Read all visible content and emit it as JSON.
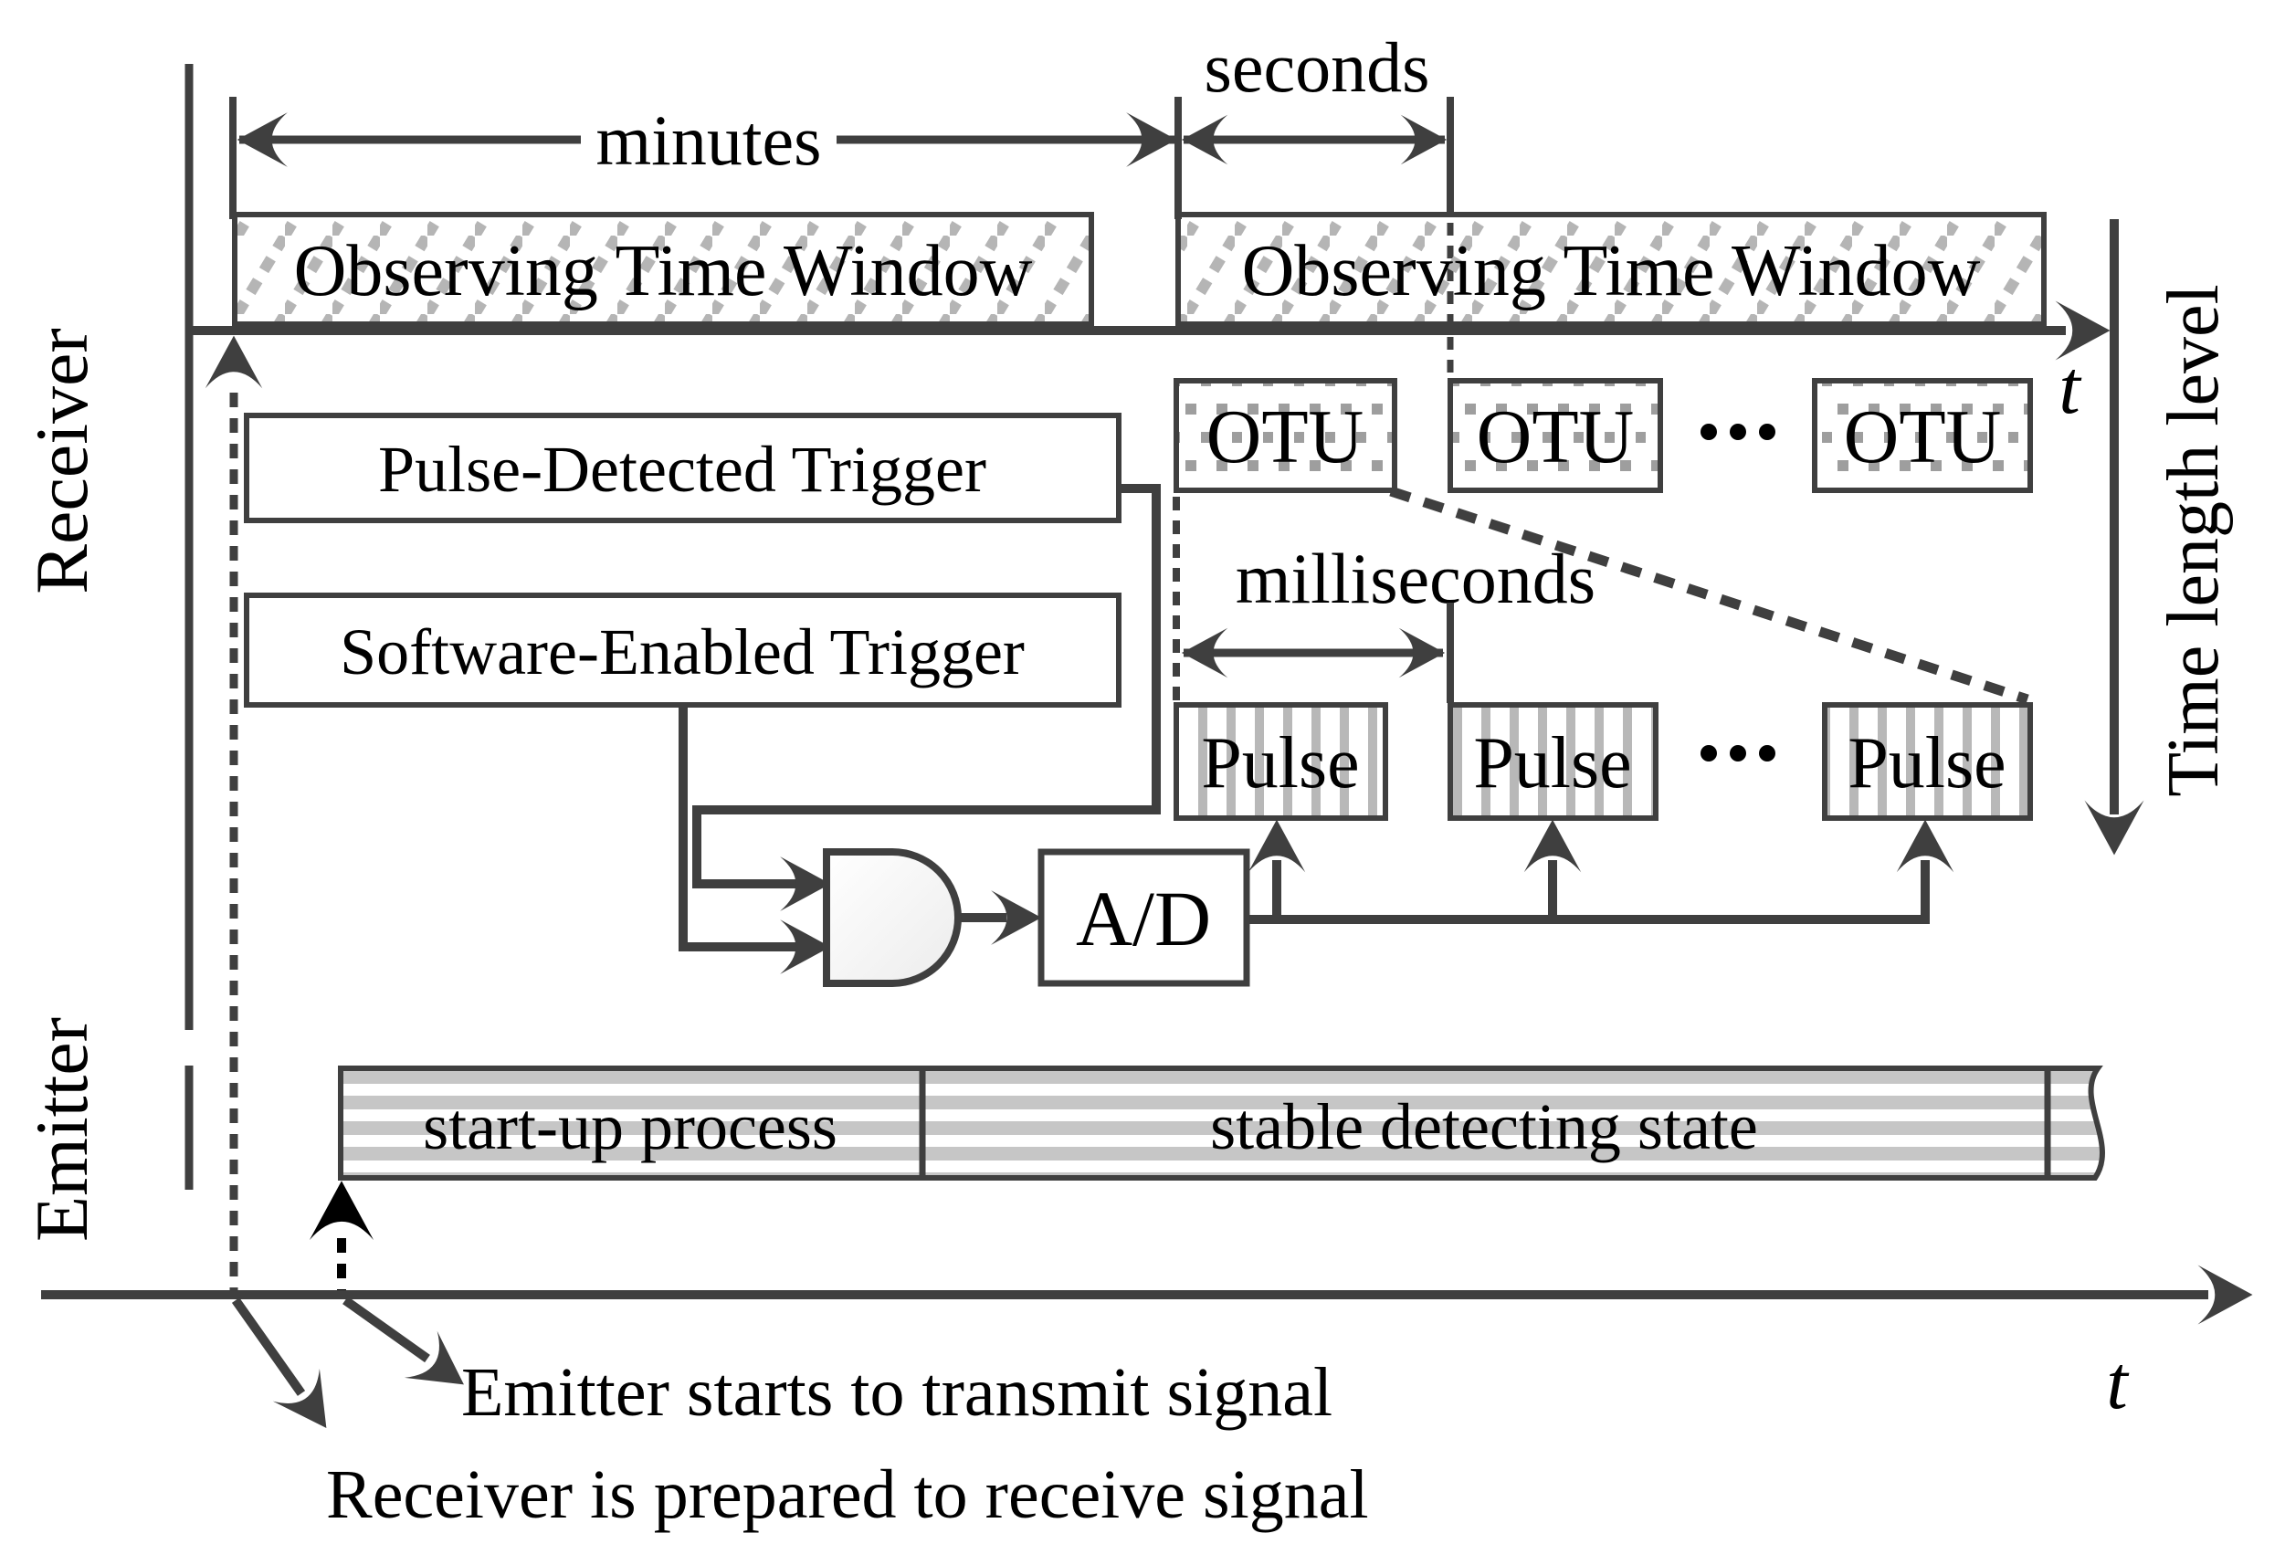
{
  "diagram": {
    "title_hint": "Timing diagram of observing time windows, OTUs and pulses for receiver and emitter",
    "lanes": {
      "receiver": "Receiver",
      "emitter": "Emitter"
    },
    "time_scales": {
      "minutes": "minutes",
      "seconds": "seconds",
      "milliseconds": "milliseconds"
    },
    "windows": {
      "label": "Observing Time Window",
      "count": 2
    },
    "otu": {
      "label": "OTU",
      "count": 3,
      "ellipsis": "···"
    },
    "pulse": {
      "label": "Pulse",
      "count": 3,
      "ellipsis": "···"
    },
    "triggers": {
      "pulse_detected": "Pulse-Detected Trigger",
      "software_enabled": "Software-Enabled Trigger"
    },
    "gate": {
      "type": "AND-gate"
    },
    "adc": {
      "label": "A/D"
    },
    "axes": {
      "receiver_time_label": "t",
      "emitter_time_label": "t",
      "time_length_axis": "Time length level"
    },
    "emitter_bar": {
      "startup": "start-up process",
      "stable": "stable detecting state"
    },
    "annotations": {
      "emitter_starts": "Emitter starts to transmit signal",
      "receiver_prepared": "Receiver is prepared to receive signal"
    },
    "colors": {
      "ink": "#3f3f3f",
      "label_text": "#000000",
      "window_hatch": "#b5b5b5",
      "otu_dot": "#9e9e9e",
      "pulse_stripe": "#b8b8b8",
      "emitter_stripe": "#c6c6c6",
      "background": "#ffffff"
    }
  }
}
